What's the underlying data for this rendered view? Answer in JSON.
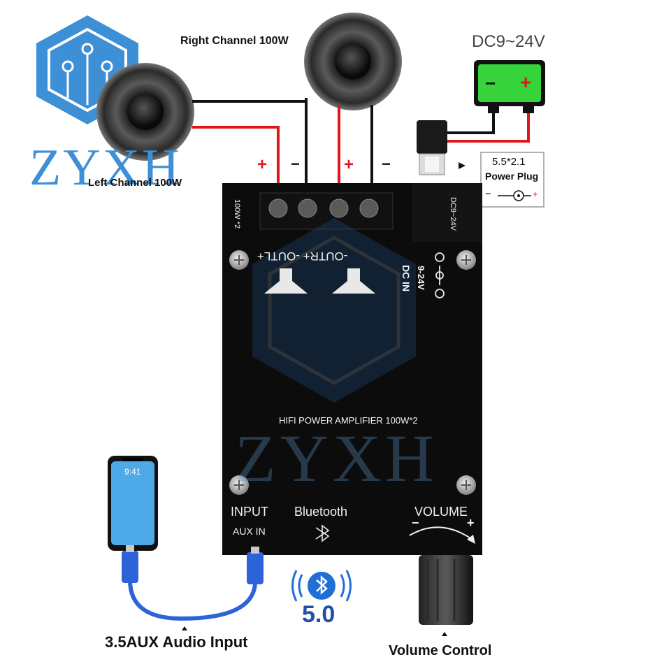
{
  "brand": {
    "name": "ZYXH",
    "color": "#3d8fd6"
  },
  "speakers": {
    "right_label": "Right Channel 100W",
    "left_label": "Left Channel 100W"
  },
  "power": {
    "battery_label": "DC9~24V",
    "battery_minus": "−",
    "battery_plus": "+",
    "plug_size": "5.5*2.1",
    "plug_label": "Power Plug",
    "plug_symbol_minus": "−",
    "plug_symbol_plus": "+"
  },
  "terminals": {
    "plus_left": "+",
    "minus_left": "−",
    "plus_right": "+",
    "minus_right": "−",
    "board_output_label": "-OUTR+ -OUTL+",
    "header_left": "100W *2",
    "header_right": "DC9~24V"
  },
  "board": {
    "dc_in_label": "DC IN",
    "dc_in_range": "9-24V",
    "title": "HIFI POWER AMPLIFIER 100W*2",
    "input_label": "INPUT",
    "aux_label": "AUX IN",
    "bluetooth_label": "Bluetooth",
    "volume_label": "VOLUME",
    "volume_minus": "−",
    "volume_plus": "+"
  },
  "phone": {
    "time": "9:41"
  },
  "bluetooth_badge": {
    "version": "5.0"
  },
  "captions": {
    "aux_input": "3.5AUX Audio Input",
    "volume_control": "Volume Control"
  },
  "colors": {
    "board": "#0c0c0c",
    "wire_red": "#e0161b",
    "wire_black": "#111111",
    "battery_green": "#36d43a",
    "cable_blue": "#2d63d8"
  }
}
